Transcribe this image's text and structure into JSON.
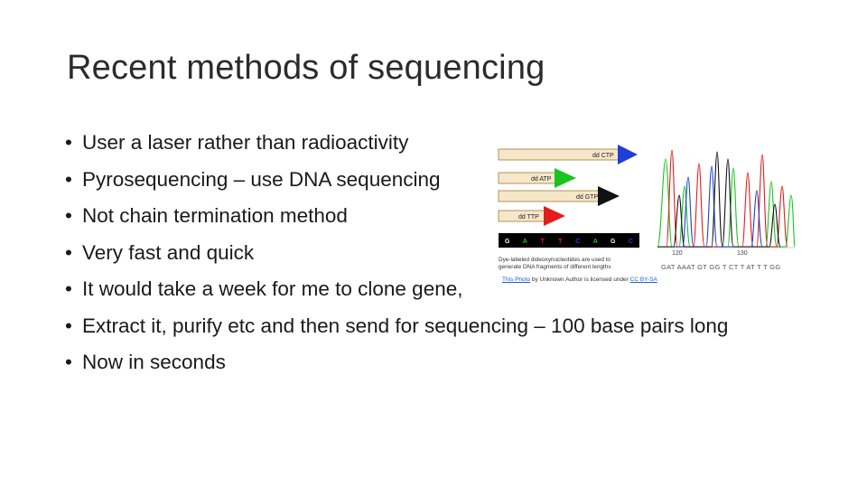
{
  "slide": {
    "title": "Recent methods of sequencing",
    "bullets": [
      "User a laser rather than radioactivity",
      "Pyrosequencing – use DNA sequencing",
      "Not chain termination method",
      "Very fast and quick",
      "It would take a week for me to clone gene,",
      "Extract it, purify etc and then send for sequencing – 100 base pairs long",
      "Now in seconds"
    ],
    "bullet_glyph": "•"
  },
  "figure": {
    "arrows": [
      {
        "label": "dd CTP",
        "color": "#1f3fd6"
      },
      {
        "label": "dd ATP",
        "color": "#19c41f"
      },
      {
        "label": "dd GTP",
        "color": "#111111"
      },
      {
        "label": "dd TTP",
        "color": "#e21b1b"
      }
    ],
    "sequence_cells": [
      {
        "letter": "G",
        "color": "#111111"
      },
      {
        "letter": "A",
        "color": "#19c41f"
      },
      {
        "letter": "T",
        "color": "#e21b1b"
      },
      {
        "letter": "T",
        "color": "#e21b1b"
      },
      {
        "letter": "C",
        "color": "#1f3fd6"
      },
      {
        "letter": "A",
        "color": "#19c41f"
      },
      {
        "letter": "G",
        "color": "#111111"
      },
      {
        "letter": "C",
        "color": "#1f3fd6"
      }
    ],
    "caption_line1": "Dye-labeled dideoxynucleotides are used to",
    "caption_line2": "generate DNA fragments of different lengths",
    "axis_ticks": [
      "120",
      "130"
    ],
    "chromatogram_sequence": "GAT AAAT GT GG T CT T AT T T GG"
  },
  "credit": {
    "link1": "This Photo",
    "middle": " by Unknown Author is licensed under ",
    "link2": "CC BY-SA"
  }
}
